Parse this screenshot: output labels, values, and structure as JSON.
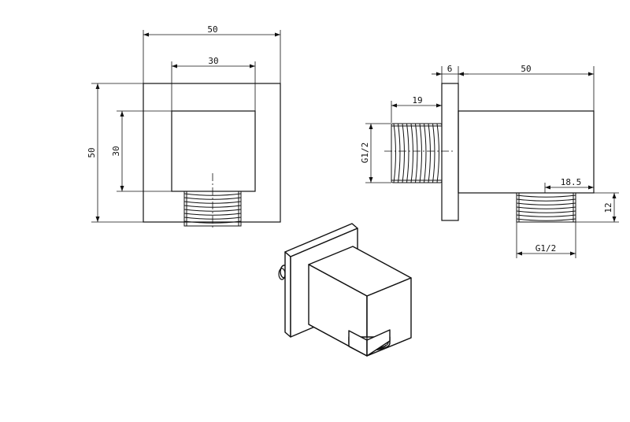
{
  "dimensions": {
    "front_width": "50",
    "front_inner_width": "30",
    "front_height": "50",
    "front_inner_height": "30",
    "side_thread_length": "19",
    "side_thread_size": "G1/2",
    "side_plate_thickness": "6",
    "side_body_length": "50",
    "outlet_offset": "18.5",
    "outlet_thread_length": "12",
    "outlet_thread_size": "G1/2"
  }
}
